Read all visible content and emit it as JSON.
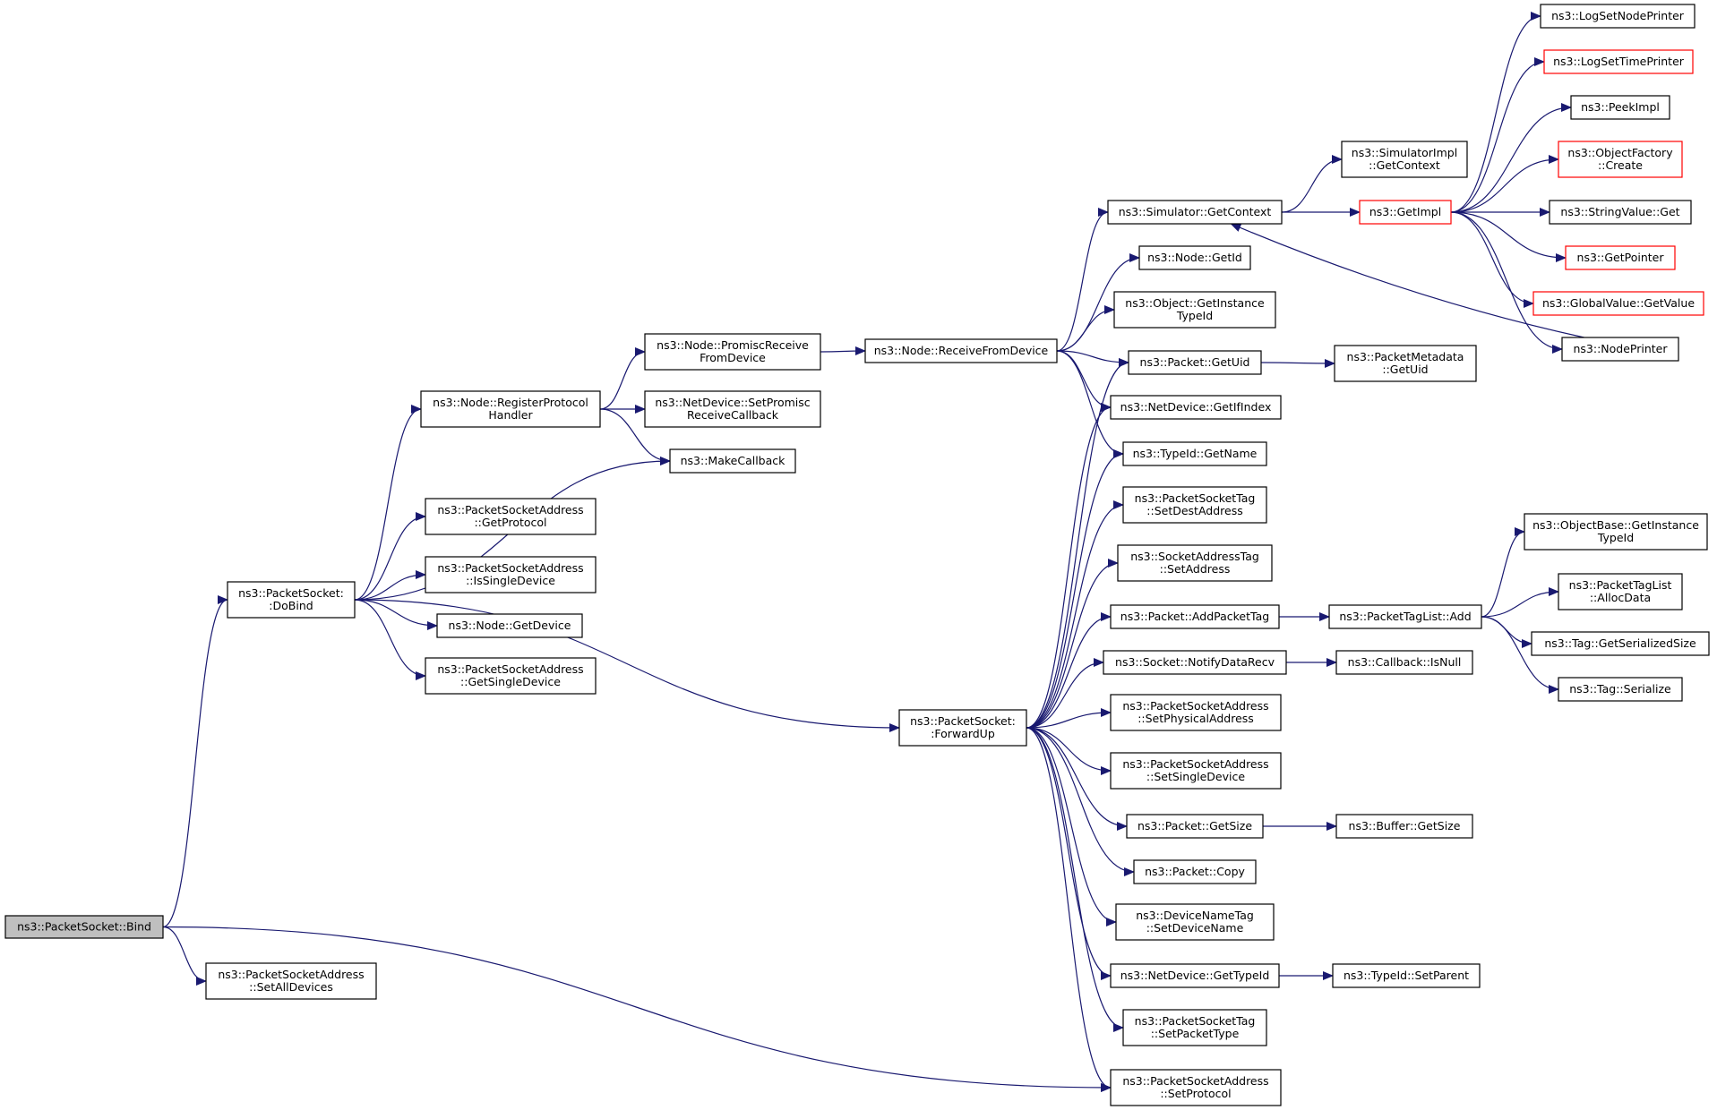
{
  "colors": {
    "edge": "#191970",
    "node_border": "#000000",
    "highlight_border": "#ff0000",
    "root_fill": "#bfbfbf"
  },
  "nodes": [
    {
      "id": "bind",
      "lines": [
        "ns3::PacketSocket::Bind"
      ],
      "root": true
    },
    {
      "id": "dobind",
      "lines": [
        "ns3::PacketSocket:",
        ":DoBind"
      ]
    },
    {
      "id": "setalldevices",
      "lines": [
        "ns3::PacketSocketAddress",
        "::SetAllDevices"
      ]
    },
    {
      "id": "registerprotocol",
      "lines": [
        "ns3::Node::RegisterProtocol",
        "Handler"
      ]
    },
    {
      "id": "getprotocol",
      "lines": [
        "ns3::PacketSocketAddress",
        "::GetProtocol"
      ]
    },
    {
      "id": "issingledevice",
      "lines": [
        "ns3::PacketSocketAddress",
        "::IsSingleDevice"
      ]
    },
    {
      "id": "nodegetdevice",
      "lines": [
        "ns3::Node::GetDevice"
      ]
    },
    {
      "id": "getsingledevice",
      "lines": [
        "ns3::PacketSocketAddress",
        "::GetSingleDevice"
      ]
    },
    {
      "id": "promiscreceive",
      "lines": [
        "ns3::Node::PromiscReceive",
        "FromDevice"
      ]
    },
    {
      "id": "setpromisc",
      "lines": [
        "ns3::NetDevice::SetPromisc",
        "ReceiveCallback"
      ]
    },
    {
      "id": "makecallback",
      "lines": [
        "ns3::MakeCallback"
      ]
    },
    {
      "id": "receivefromdevice",
      "lines": [
        "ns3::Node::ReceiveFromDevice"
      ]
    },
    {
      "id": "forwardup",
      "lines": [
        "ns3::PacketSocket:",
        ":ForwardUp"
      ]
    },
    {
      "id": "simgetcontext",
      "lines": [
        "ns3::Simulator::GetContext"
      ]
    },
    {
      "id": "nodegetid",
      "lines": [
        "ns3::Node::GetId"
      ]
    },
    {
      "id": "getinstancetypeid",
      "lines": [
        "ns3::Object::GetInstance",
        "TypeId"
      ]
    },
    {
      "id": "packetgetuid",
      "lines": [
        "ns3::Packet::GetUid"
      ]
    },
    {
      "id": "getifindex",
      "lines": [
        "ns3::NetDevice::GetIfIndex"
      ]
    },
    {
      "id": "typeidgetname",
      "lines": [
        "ns3::TypeId::GetName"
      ]
    },
    {
      "id": "setdestaddress",
      "lines": [
        "ns3::PacketSocketTag",
        "::SetDestAddress"
      ]
    },
    {
      "id": "setaddress",
      "lines": [
        "ns3::SocketAddressTag",
        "::SetAddress"
      ]
    },
    {
      "id": "addpackettag",
      "lines": [
        "ns3::Packet::AddPacketTag"
      ]
    },
    {
      "id": "notifydatarecv",
      "lines": [
        "ns3::Socket::NotifyDataRecv"
      ]
    },
    {
      "id": "setphysicaladdress",
      "lines": [
        "ns3::PacketSocketAddress",
        "::SetPhysicalAddress"
      ]
    },
    {
      "id": "setsingledevice",
      "lines": [
        "ns3::PacketSocketAddress",
        "::SetSingleDevice"
      ]
    },
    {
      "id": "packetgetsize",
      "lines": [
        "ns3::Packet::GetSize"
      ]
    },
    {
      "id": "packetcopy",
      "lines": [
        "ns3::Packet::Copy"
      ]
    },
    {
      "id": "setdevicename",
      "lines": [
        "ns3::DeviceNameTag",
        "::SetDeviceName"
      ]
    },
    {
      "id": "getypeid",
      "lines": [
        "ns3::NetDevice::GetTypeId"
      ]
    },
    {
      "id": "setpackettype",
      "lines": [
        "ns3::PacketSocketTag",
        "::SetPacketType"
      ]
    },
    {
      "id": "setprotocol",
      "lines": [
        "ns3::PacketSocketAddress",
        "::SetProtocol"
      ]
    },
    {
      "id": "simimplgetcontext",
      "lines": [
        "ns3::SimulatorImpl",
        "::GetContext"
      ]
    },
    {
      "id": "getimpl",
      "lines": [
        "ns3::GetImpl"
      ],
      "highlight": true
    },
    {
      "id": "pktmetagetuid",
      "lines": [
        "ns3::PacketMetadata",
        "::GetUid"
      ]
    },
    {
      "id": "pkttaglistadd",
      "lines": [
        "ns3::PacketTagList::Add"
      ]
    },
    {
      "id": "callbackisnull",
      "lines": [
        "ns3::Callback::IsNull"
      ]
    },
    {
      "id": "buffergetsize",
      "lines": [
        "ns3::Buffer::GetSize"
      ]
    },
    {
      "id": "typeidsetparent",
      "lines": [
        "ns3::TypeId::SetParent"
      ]
    },
    {
      "id": "lognodeprinter",
      "lines": [
        "ns3::LogSetNodePrinter"
      ]
    },
    {
      "id": "logtimeprinter",
      "lines": [
        "ns3::LogSetTimePrinter"
      ],
      "highlight": true
    },
    {
      "id": "peekimpl",
      "lines": [
        "ns3::PeekImpl"
      ]
    },
    {
      "id": "objfactorycreate",
      "lines": [
        "ns3::ObjectFactory",
        "::Create"
      ],
      "highlight": true
    },
    {
      "id": "stringvalueget",
      "lines": [
        "ns3::StringValue::Get"
      ]
    },
    {
      "id": "getpointer",
      "lines": [
        "ns3::GetPointer"
      ],
      "highlight": true
    },
    {
      "id": "globalvaluegetvalue",
      "lines": [
        "ns3::GlobalValue::GetValue"
      ],
      "highlight": true
    },
    {
      "id": "nodeprinter",
      "lines": [
        "ns3::NodePrinter"
      ]
    },
    {
      "id": "objbasegetinstance",
      "lines": [
        "ns3::ObjectBase::GetInstance",
        "TypeId"
      ]
    },
    {
      "id": "allocdata",
      "lines": [
        "ns3::PacketTagList",
        "::AllocData"
      ]
    },
    {
      "id": "taggetserializedsize",
      "lines": [
        "ns3::Tag::GetSerializedSize"
      ]
    },
    {
      "id": "tagserialize",
      "lines": [
        "ns3::Tag::Serialize"
      ]
    }
  ],
  "edges": [
    [
      "bind",
      "dobind"
    ],
    [
      "bind",
      "setalldevices"
    ],
    [
      "bind",
      "setprotocol"
    ],
    [
      "dobind",
      "registerprotocol"
    ],
    [
      "dobind",
      "makecallback"
    ],
    [
      "dobind",
      "getprotocol"
    ],
    [
      "dobind",
      "issingledevice"
    ],
    [
      "dobind",
      "nodegetdevice"
    ],
    [
      "dobind",
      "getsingledevice"
    ],
    [
      "dobind",
      "forwardup"
    ],
    [
      "registerprotocol",
      "promiscreceive"
    ],
    [
      "registerprotocol",
      "setpromisc"
    ],
    [
      "registerprotocol",
      "makecallback"
    ],
    [
      "promiscreceive",
      "receivefromdevice"
    ],
    [
      "receivefromdevice",
      "simgetcontext"
    ],
    [
      "receivefromdevice",
      "nodegetid"
    ],
    [
      "receivefromdevice",
      "getinstancetypeid"
    ],
    [
      "receivefromdevice",
      "packetgetuid"
    ],
    [
      "receivefromdevice",
      "getifindex"
    ],
    [
      "receivefromdevice",
      "typeidgetname"
    ],
    [
      "simgetcontext",
      "simimplgetcontext"
    ],
    [
      "simgetcontext",
      "getimpl"
    ],
    [
      "getimpl",
      "lognodeprinter"
    ],
    [
      "getimpl",
      "logtimeprinter"
    ],
    [
      "getimpl",
      "peekimpl"
    ],
    [
      "getimpl",
      "objfactorycreate"
    ],
    [
      "getimpl",
      "stringvalueget"
    ],
    [
      "getimpl",
      "getpointer"
    ],
    [
      "getimpl",
      "globalvaluegetvalue"
    ],
    [
      "getimpl",
      "nodeprinter"
    ],
    [
      "nodeprinter",
      "simgetcontext"
    ],
    [
      "packetgetuid",
      "pktmetagetuid"
    ],
    [
      "forwardup",
      "packetgetuid"
    ],
    [
      "forwardup",
      "getifindex"
    ],
    [
      "forwardup",
      "typeidgetname"
    ],
    [
      "forwardup",
      "setdestaddress"
    ],
    [
      "forwardup",
      "setaddress"
    ],
    [
      "forwardup",
      "addpackettag"
    ],
    [
      "forwardup",
      "notifydatarecv"
    ],
    [
      "forwardup",
      "setphysicaladdress"
    ],
    [
      "forwardup",
      "setsingledevice"
    ],
    [
      "forwardup",
      "packetgetsize"
    ],
    [
      "forwardup",
      "packetcopy"
    ],
    [
      "forwardup",
      "setdevicename"
    ],
    [
      "forwardup",
      "getypeid"
    ],
    [
      "forwardup",
      "setpackettype"
    ],
    [
      "forwardup",
      "setprotocol"
    ],
    [
      "addpackettag",
      "pkttaglistadd"
    ],
    [
      "pkttaglistadd",
      "objbasegetinstance"
    ],
    [
      "pkttaglistadd",
      "allocdata"
    ],
    [
      "pkttaglistadd",
      "taggetserializedsize"
    ],
    [
      "pkttaglistadd",
      "tagserialize"
    ],
    [
      "notifydatarecv",
      "callbackisnull"
    ],
    [
      "packetgetsize",
      "buffergetsize"
    ],
    [
      "getypeid",
      "typeidsetparent"
    ]
  ]
}
